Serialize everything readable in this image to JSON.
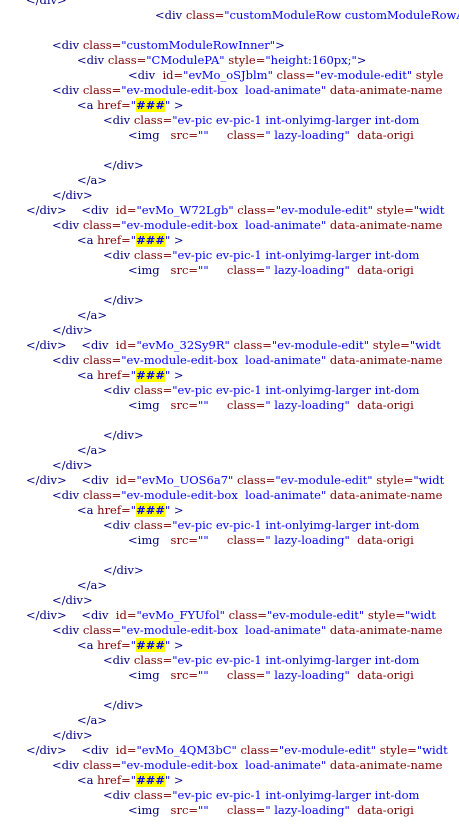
{
  "code_lines": [
    {
      "indent": 26,
      "segments": [
        {
          "t": "</div>",
          "c": "tag"
        }
      ]
    },
    {
      "indent": 155,
      "segments": [
        {
          "t": "<div ",
          "c": "tag"
        },
        {
          "t": "class=",
          "c": "attr"
        },
        {
          "t": "\"customModuleRow customModuleRowAbso",
          "c": "str"
        }
      ]
    },
    {
      "indent": 0,
      "segments": []
    },
    {
      "indent": 52,
      "segments": [
        {
          "t": "<div ",
          "c": "tag"
        },
        {
          "t": "class=",
          "c": "attr"
        },
        {
          "t": "\"customModuleRowInner\"",
          "c": "str"
        },
        {
          "t": ">",
          "c": "tag"
        }
      ]
    },
    {
      "indent": 77,
      "segments": [
        {
          "t": "<div ",
          "c": "tag"
        },
        {
          "t": "class=",
          "c": "attr"
        },
        {
          "t": "\"CModulePA\" ",
          "c": "str"
        },
        {
          "t": "style=",
          "c": "attr"
        },
        {
          "t": "\"height:160px;\"",
          "c": "str"
        },
        {
          "t": ">",
          "c": "tag"
        }
      ]
    },
    {
      "indent": 128,
      "segments": [
        {
          "t": "<div  ",
          "c": "tag"
        },
        {
          "t": "id=",
          "c": "attr"
        },
        {
          "t": "\"evMo_oSJblm\" ",
          "c": "str"
        },
        {
          "t": "class=",
          "c": "attr"
        },
        {
          "t": "\"ev-module-edit\" ",
          "c": "str"
        },
        {
          "t": "style",
          "c": "attr"
        }
      ]
    },
    {
      "indent": 52,
      "segments": [
        {
          "t": "<div ",
          "c": "tag"
        },
        {
          "t": "class=",
          "c": "attr"
        },
        {
          "t": "\"ev-module-edit-box  load-animate\" ",
          "c": "str"
        },
        {
          "t": "data-animate-name",
          "c": "attr"
        }
      ]
    },
    {
      "indent": 77,
      "segments": [
        {
          "t": "<a ",
          "c": "tag"
        },
        {
          "t": "href=",
          "c": "attr"
        },
        {
          "t": "\"",
          "c": "str"
        },
        {
          "t": "###",
          "c": "hl"
        },
        {
          "t": "\"",
          "c": "str"
        },
        {
          "t": " >",
          "c": "tag"
        }
      ]
    },
    {
      "indent": 103,
      "segments": [
        {
          "t": "<div ",
          "c": "tag"
        },
        {
          "t": "class=",
          "c": "attr"
        },
        {
          "t": "\"ev-pic ev-pic-1 int-onlyimg-larger int-dom ",
          "c": "str"
        }
      ]
    },
    {
      "indent": 128,
      "segments": [
        {
          "t": "<img   ",
          "c": "tag"
        },
        {
          "t": "src=",
          "c": "attr"
        },
        {
          "t": "\"\"     ",
          "c": "str"
        },
        {
          "t": "class=",
          "c": "attr"
        },
        {
          "t": "\" lazy-loading\"  ",
          "c": "str"
        },
        {
          "t": "data-origi",
          "c": "attr"
        }
      ]
    },
    {
      "indent": 0,
      "segments": []
    },
    {
      "indent": 103,
      "segments": [
        {
          "t": "</div>",
          "c": "tag"
        }
      ]
    },
    {
      "indent": 77,
      "segments": [
        {
          "t": "</a>",
          "c": "tag"
        }
      ]
    },
    {
      "indent": 52,
      "segments": [
        {
          "t": "</div>",
          "c": "tag"
        }
      ]
    },
    {
      "indent": 26,
      "segments": [
        {
          "t": "</div>    ",
          "c": "tag"
        },
        {
          "t": "<div  ",
          "c": "tag"
        },
        {
          "t": "id=",
          "c": "attr"
        },
        {
          "t": "\"evMo_W72Lgb\" ",
          "c": "str"
        },
        {
          "t": "class=",
          "c": "attr"
        },
        {
          "t": "\"ev-module-edit\" ",
          "c": "str"
        },
        {
          "t": "style=",
          "c": "attr"
        },
        {
          "t": "\"widt",
          "c": "str"
        }
      ]
    },
    {
      "indent": 52,
      "segments": [
        {
          "t": "<div ",
          "c": "tag"
        },
        {
          "t": "class=",
          "c": "attr"
        },
        {
          "t": "\"ev-module-edit-box  load-animate\" ",
          "c": "str"
        },
        {
          "t": "data-animate-name",
          "c": "attr"
        }
      ]
    },
    {
      "indent": 77,
      "segments": [
        {
          "t": "<a ",
          "c": "tag"
        },
        {
          "t": "href=",
          "c": "attr"
        },
        {
          "t": "\"",
          "c": "str"
        },
        {
          "t": "###",
          "c": "hl"
        },
        {
          "t": "\"",
          "c": "str"
        },
        {
          "t": " >",
          "c": "tag"
        }
      ]
    },
    {
      "indent": 103,
      "segments": [
        {
          "t": "<div ",
          "c": "tag"
        },
        {
          "t": "class=",
          "c": "attr"
        },
        {
          "t": "\"ev-pic ev-pic-1 int-onlyimg-larger int-dom ",
          "c": "str"
        }
      ]
    },
    {
      "indent": 128,
      "segments": [
        {
          "t": "<img   ",
          "c": "tag"
        },
        {
          "t": "src=",
          "c": "attr"
        },
        {
          "t": "\"\"     ",
          "c": "str"
        },
        {
          "t": "class=",
          "c": "attr"
        },
        {
          "t": "\" lazy-loading\"  ",
          "c": "str"
        },
        {
          "t": "data-origi",
          "c": "attr"
        }
      ]
    },
    {
      "indent": 0,
      "segments": []
    },
    {
      "indent": 103,
      "segments": [
        {
          "t": "</div>",
          "c": "tag"
        }
      ]
    },
    {
      "indent": 77,
      "segments": [
        {
          "t": "</a>",
          "c": "tag"
        }
      ]
    },
    {
      "indent": 52,
      "segments": [
        {
          "t": "</div>",
          "c": "tag"
        }
      ]
    },
    {
      "indent": 26,
      "segments": [
        {
          "t": "</div>    ",
          "c": "tag"
        },
        {
          "t": "<div  ",
          "c": "tag"
        },
        {
          "t": "id=",
          "c": "attr"
        },
        {
          "t": "\"evMo_32Sy9R\" ",
          "c": "str"
        },
        {
          "t": "class=",
          "c": "attr"
        },
        {
          "t": "\"ev-module-edit\" ",
          "c": "str"
        },
        {
          "t": "style=",
          "c": "attr"
        },
        {
          "t": "\"widt",
          "c": "str"
        }
      ]
    },
    {
      "indent": 52,
      "segments": [
        {
          "t": "<div ",
          "c": "tag"
        },
        {
          "t": "class=",
          "c": "attr"
        },
        {
          "t": "\"ev-module-edit-box  load-animate\" ",
          "c": "str"
        },
        {
          "t": "data-animate-name",
          "c": "attr"
        }
      ]
    },
    {
      "indent": 77,
      "segments": [
        {
          "t": "<a ",
          "c": "tag"
        },
        {
          "t": "href=",
          "c": "attr"
        },
        {
          "t": "\"",
          "c": "str"
        },
        {
          "t": "###",
          "c": "hl"
        },
        {
          "t": "\"",
          "c": "str"
        },
        {
          "t": " >",
          "c": "tag"
        }
      ]
    },
    {
      "indent": 103,
      "segments": [
        {
          "t": "<div ",
          "c": "tag"
        },
        {
          "t": "class=",
          "c": "attr"
        },
        {
          "t": "\"ev-pic ev-pic-1 int-onlyimg-larger int-dom ",
          "c": "str"
        }
      ]
    },
    {
      "indent": 128,
      "segments": [
        {
          "t": "<img   ",
          "c": "tag"
        },
        {
          "t": "src=",
          "c": "attr"
        },
        {
          "t": "\"\"     ",
          "c": "str"
        },
        {
          "t": "class=",
          "c": "attr"
        },
        {
          "t": "\" lazy-loading\"  ",
          "c": "str"
        },
        {
          "t": "data-origi",
          "c": "attr"
        }
      ]
    },
    {
      "indent": 0,
      "segments": []
    },
    {
      "indent": 103,
      "segments": [
        {
          "t": "</div>",
          "c": "tag"
        }
      ]
    },
    {
      "indent": 77,
      "segments": [
        {
          "t": "</a>",
          "c": "tag"
        }
      ]
    },
    {
      "indent": 52,
      "segments": [
        {
          "t": "</div>",
          "c": "tag"
        }
      ]
    },
    {
      "indent": 26,
      "segments": [
        {
          "t": "</div>    ",
          "c": "tag"
        },
        {
          "t": "<div  ",
          "c": "tag"
        },
        {
          "t": "id=",
          "c": "attr"
        },
        {
          "t": "\"evMo_UOS6a7\" ",
          "c": "str"
        },
        {
          "t": "class=",
          "c": "attr"
        },
        {
          "t": "\"ev-module-edit\" ",
          "c": "str"
        },
        {
          "t": "style=",
          "c": "attr"
        },
        {
          "t": "\"widt",
          "c": "str"
        }
      ]
    },
    {
      "indent": 52,
      "segments": [
        {
          "t": "<div ",
          "c": "tag"
        },
        {
          "t": "class=",
          "c": "attr"
        },
        {
          "t": "\"ev-module-edit-box  load-animate\" ",
          "c": "str"
        },
        {
          "t": "data-animate-name",
          "c": "attr"
        }
      ]
    },
    {
      "indent": 77,
      "segments": [
        {
          "t": "<a ",
          "c": "tag"
        },
        {
          "t": "href=",
          "c": "attr"
        },
        {
          "t": "\"",
          "c": "str"
        },
        {
          "t": "###",
          "c": "hl"
        },
        {
          "t": "\"",
          "c": "str"
        },
        {
          "t": " >",
          "c": "tag"
        }
      ]
    },
    {
      "indent": 103,
      "segments": [
        {
          "t": "<div ",
          "c": "tag"
        },
        {
          "t": "class=",
          "c": "attr"
        },
        {
          "t": "\"ev-pic ev-pic-1 int-onlyimg-larger int-dom ",
          "c": "str"
        }
      ]
    },
    {
      "indent": 128,
      "segments": [
        {
          "t": "<img   ",
          "c": "tag"
        },
        {
          "t": "src=",
          "c": "attr"
        },
        {
          "t": "\"\"     ",
          "c": "str"
        },
        {
          "t": "class=",
          "c": "attr"
        },
        {
          "t": "\" lazy-loading\"  ",
          "c": "str"
        },
        {
          "t": "data-origi",
          "c": "attr"
        }
      ]
    },
    {
      "indent": 0,
      "segments": []
    },
    {
      "indent": 103,
      "segments": [
        {
          "t": "</div>",
          "c": "tag"
        }
      ]
    },
    {
      "indent": 77,
      "segments": [
        {
          "t": "</a>",
          "c": "tag"
        }
      ]
    },
    {
      "indent": 52,
      "segments": [
        {
          "t": "</div>",
          "c": "tag"
        }
      ]
    },
    {
      "indent": 26,
      "segments": [
        {
          "t": "</div>    ",
          "c": "tag"
        },
        {
          "t": "<div  ",
          "c": "tag"
        },
        {
          "t": "id=",
          "c": "attr"
        },
        {
          "t": "\"evMo_FYUfol\" ",
          "c": "str"
        },
        {
          "t": "class=",
          "c": "attr"
        },
        {
          "t": "\"ev-module-edit\" ",
          "c": "str"
        },
        {
          "t": "style=",
          "c": "attr"
        },
        {
          "t": "\"widt",
          "c": "str"
        }
      ]
    },
    {
      "indent": 52,
      "segments": [
        {
          "t": "<div ",
          "c": "tag"
        },
        {
          "t": "class=",
          "c": "attr"
        },
        {
          "t": "\"ev-module-edit-box  load-animate\" ",
          "c": "str"
        },
        {
          "t": "data-animate-name",
          "c": "attr"
        }
      ]
    },
    {
      "indent": 77,
      "segments": [
        {
          "t": "<a ",
          "c": "tag"
        },
        {
          "t": "href=",
          "c": "attr"
        },
        {
          "t": "\"",
          "c": "str"
        },
        {
          "t": "###",
          "c": "hl"
        },
        {
          "t": "\"",
          "c": "str"
        },
        {
          "t": " >",
          "c": "tag"
        }
      ]
    },
    {
      "indent": 103,
      "segments": [
        {
          "t": "<div ",
          "c": "tag"
        },
        {
          "t": "class=",
          "c": "attr"
        },
        {
          "t": "\"ev-pic ev-pic-1 int-onlyimg-larger int-dom ",
          "c": "str"
        }
      ]
    },
    {
      "indent": 128,
      "segments": [
        {
          "t": "<img   ",
          "c": "tag"
        },
        {
          "t": "src=",
          "c": "attr"
        },
        {
          "t": "\"\"     ",
          "c": "str"
        },
        {
          "t": "class=",
          "c": "attr"
        },
        {
          "t": "\" lazy-loading\"  ",
          "c": "str"
        },
        {
          "t": "data-origi",
          "c": "attr"
        }
      ]
    },
    {
      "indent": 0,
      "segments": []
    },
    {
      "indent": 103,
      "segments": [
        {
          "t": "</div>",
          "c": "tag"
        }
      ]
    },
    {
      "indent": 77,
      "segments": [
        {
          "t": "</a>",
          "c": "tag"
        }
      ]
    },
    {
      "indent": 52,
      "segments": [
        {
          "t": "</div>",
          "c": "tag"
        }
      ]
    },
    {
      "indent": 26,
      "segments": [
        {
          "t": "</div>    ",
          "c": "tag"
        },
        {
          "t": "<div  ",
          "c": "tag"
        },
        {
          "t": "id=",
          "c": "attr"
        },
        {
          "t": "\"evMo_4QM3bC\" ",
          "c": "str"
        },
        {
          "t": "class=",
          "c": "attr"
        },
        {
          "t": "\"ev-module-edit\" ",
          "c": "str"
        },
        {
          "t": "style=",
          "c": "attr"
        },
        {
          "t": "\"widt",
          "c": "str"
        }
      ]
    },
    {
      "indent": 52,
      "segments": [
        {
          "t": "<div ",
          "c": "tag"
        },
        {
          "t": "class=",
          "c": "attr"
        },
        {
          "t": "\"ev-module-edit-box  load-animate\" ",
          "c": "str"
        },
        {
          "t": "data-animate-name",
          "c": "attr"
        }
      ]
    },
    {
      "indent": 77,
      "segments": [
        {
          "t": "<a ",
          "c": "tag"
        },
        {
          "t": "href=",
          "c": "attr"
        },
        {
          "t": "\"",
          "c": "str"
        },
        {
          "t": "###",
          "c": "hl"
        },
        {
          "t": "\"",
          "c": "str"
        },
        {
          "t": " >",
          "c": "tag"
        }
      ]
    },
    {
      "indent": 103,
      "segments": [
        {
          "t": "<div ",
          "c": "tag"
        },
        {
          "t": "class=",
          "c": "attr"
        },
        {
          "t": "\"ev-pic ev-pic-1 int-onlyimg-larger int-dom ",
          "c": "str"
        }
      ]
    },
    {
      "indent": 128,
      "segments": [
        {
          "t": "<img   ",
          "c": "tag"
        },
        {
          "t": "src=",
          "c": "attr"
        },
        {
          "t": "\"\"     ",
          "c": "str"
        },
        {
          "t": "class=",
          "c": "attr"
        },
        {
          "t": "\" lazy-loading\"  ",
          "c": "str"
        },
        {
          "t": "data-origi",
          "c": "attr"
        }
      ]
    }
  ]
}
